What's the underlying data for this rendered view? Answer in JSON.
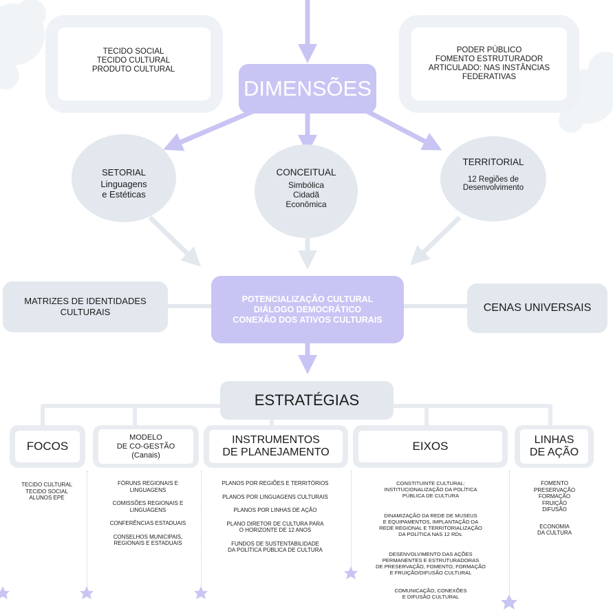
{
  "dimension_title": "DIMENSÕES",
  "top_left_box": [
    "TECIDO SOCIAL",
    "TECIDO CULTURAL",
    "PRODUTO CULTURAL"
  ],
  "top_right_box": [
    "PODER PÚBLICO",
    "FOMENTO ESTRUTURADOR",
    "ARTICULADO: NAS INSTÂNCIAS",
    "FEDERATIVAS"
  ],
  "setorial": {
    "title": "SETORIAL",
    "lines": [
      "Linguagens",
      "e Estéticas"
    ]
  },
  "conceitual": {
    "title": "CONCEITUAL",
    "lines": [
      "Simbólica",
      "Cidadã",
      "Econômica"
    ]
  },
  "territorial": {
    "title": "TERRITORIAL",
    "lines": [
      "12 Regiões de",
      "Desenvolvimento"
    ]
  },
  "matrizes": [
    "MATRIZES DE IDENTIDADES",
    "CULTURAIS"
  ],
  "center": [
    "POTENCIALIZAÇÃO CULTURAL",
    "DIÁLOGO DEMOCRÁTICO",
    "CONEXÃO DOS ATIVOS CULTURAIS"
  ],
  "cenas": "CENAS UNIVERSAIS",
  "estrategias": "ESTRATÉGIAS",
  "focos": {
    "title": "FOCOS",
    "items": [
      "TECIDO CULTURAL",
      "TECIDO SOCIAL",
      "ALUNOS EPE"
    ]
  },
  "modelo": {
    "title": [
      "MODELO",
      "DE CO-GESTÃO",
      "(Canais)"
    ],
    "items": [
      [
        "FÓRUNS REGIONAIS E",
        "LINGUAGENS"
      ],
      [
        "COMISSÕES REGIONAIS E",
        "LINGUAGENS"
      ],
      [
        "CONFERÊNCIAS ESTADUAIS"
      ],
      [
        "CONSELHOS MUNICIPAIS,",
        "REGIONAIS E ESTADUAIS"
      ]
    ]
  },
  "instrumentos": {
    "title": [
      "INSTRUMENTOS",
      "DE PLANEJAMENTO"
    ],
    "items": [
      [
        "PLANOS POR REGIÕES E TERRITÓRIOS"
      ],
      [
        "PLANOS POR LINGUAGENS CULTURAIS"
      ],
      [
        "PLANOS POR LINHAS DE AÇÃO"
      ],
      [
        "PLANO DIRETOR DE CULTURA PARA",
        "O HORIZONTE DE 12 ANOS"
      ],
      [
        "FUNDOS DE SUSTENTABILIDADE",
        "DA POLÍTICA PÚBLICA DE CULTURA"
      ]
    ]
  },
  "eixos": {
    "title": "EIXOS",
    "items": [
      [
        "CONSTITUINTE CULTURAL:",
        "INSTITUCIONALIZAÇÃO DA POLÍTICA",
        "PÚBLICA DE CULTURA"
      ],
      [
        "DINAMIZAÇÃO DA REDE DE MUSEUS",
        "E EQUIPAMENTOS, IMPLANTAÇÃO DA",
        "REDE REGIONAL E  TERRITORIALIZAÇÃO",
        "DA POLÍTICA NAS 12 RDs."
      ],
      [
        "DESENVOLVIMENTO DAS AÇÕES",
        "PERMANENTES E ESTRUTURADORAS",
        "DE PRESERVAÇÃO, FOMENTO, FORMAÇÃO",
        "E FRUIÇÃO/DIFUSÃO CULTURAL"
      ],
      [
        "COMUNICAÇÃO, CONEXÕES",
        "E DIFUSÃO CULTURAL"
      ]
    ]
  },
  "linhas": {
    "title": [
      "LINHAS",
      "DE AÇÃO"
    ],
    "items": [
      "FOMENTO",
      "PRESERVAÇÃO",
      "FORMAÇÃO",
      "FRUIÇÃO",
      "DIFUSÃO"
    ],
    "extra": [
      "ECONOMIA",
      "DA CULTURA"
    ]
  },
  "colors": {
    "accent": "#c8c5f4",
    "panel": "#e3e8ee",
    "frame": "#eef2f6",
    "splash": "#f1f4f7"
  }
}
